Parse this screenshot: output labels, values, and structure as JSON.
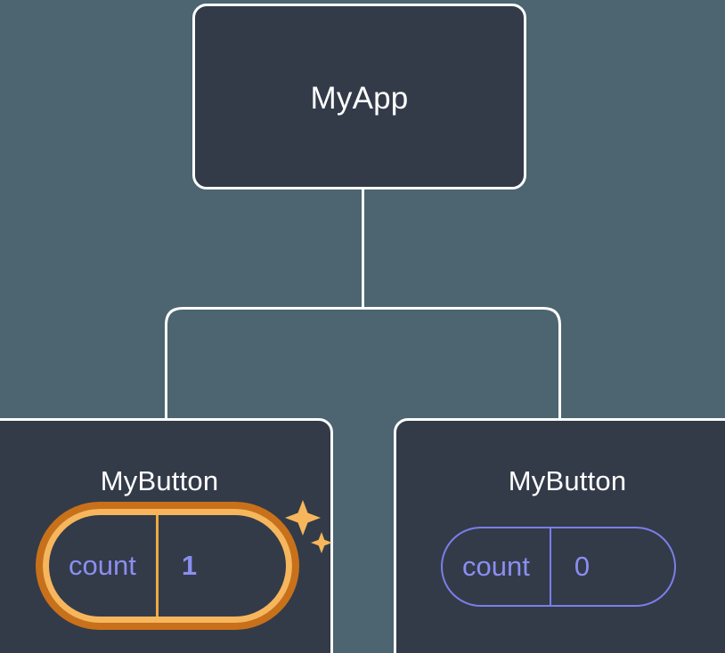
{
  "diagram": {
    "type": "component-tree",
    "background_color": "#4c6570",
    "node_fill_color": "#333b49",
    "node_border_color": "#ffffff",
    "accent_color": "#f7b65c",
    "accent_ring_color": "#c8711a",
    "state_text_color": "#8b8ef0"
  },
  "root": {
    "label": "MyApp"
  },
  "children": [
    {
      "label": "MyButton",
      "state": {
        "key": "count",
        "value": "1",
        "highlighted": true
      },
      "sparkle_icon": "sparkles-icon"
    },
    {
      "label": "MyButton",
      "state": {
        "key": "count",
        "value": "0",
        "highlighted": false
      }
    }
  ]
}
